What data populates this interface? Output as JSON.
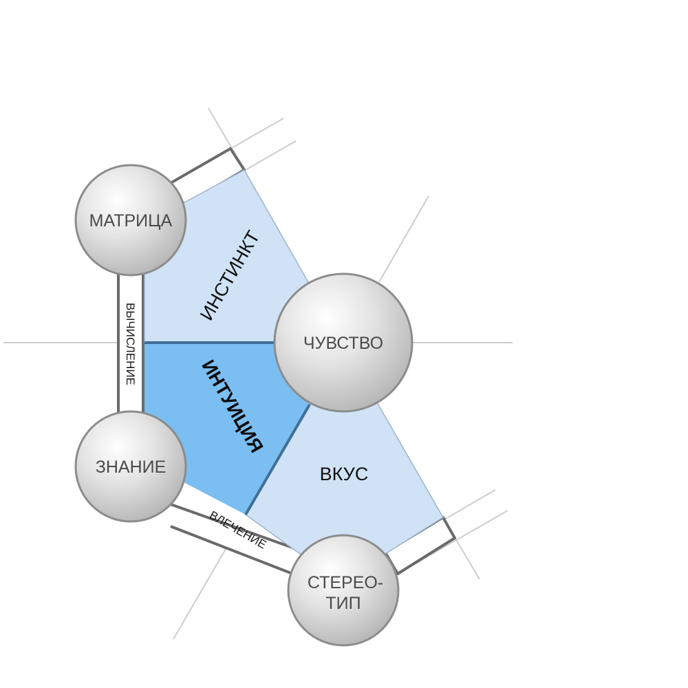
{
  "nodes": {
    "matrix": "МАТРИЦА",
    "feeling": "ЧУВСТВО",
    "knowledge": "ЗНАНИЕ",
    "stereotype_line1": "СТЕРЕО-",
    "stereotype_line2": "ТИП"
  },
  "regions": {
    "instinct": "ИНСТИНКТ",
    "intuition": "ИНТУИЦИЯ",
    "taste": "ВКУС"
  },
  "edges": {
    "calculation": "ВЫЧИСЛЕНИЕ",
    "attraction": "ВЛЕЧЕНИЕ"
  },
  "colors": {
    "light_region": "#d0e2f6",
    "dark_region": "#7bbef1",
    "divider": "#3f6f98",
    "bar": "#666666",
    "guide_lines": "#cccccc",
    "node_stroke": "#8c8c8c"
  }
}
